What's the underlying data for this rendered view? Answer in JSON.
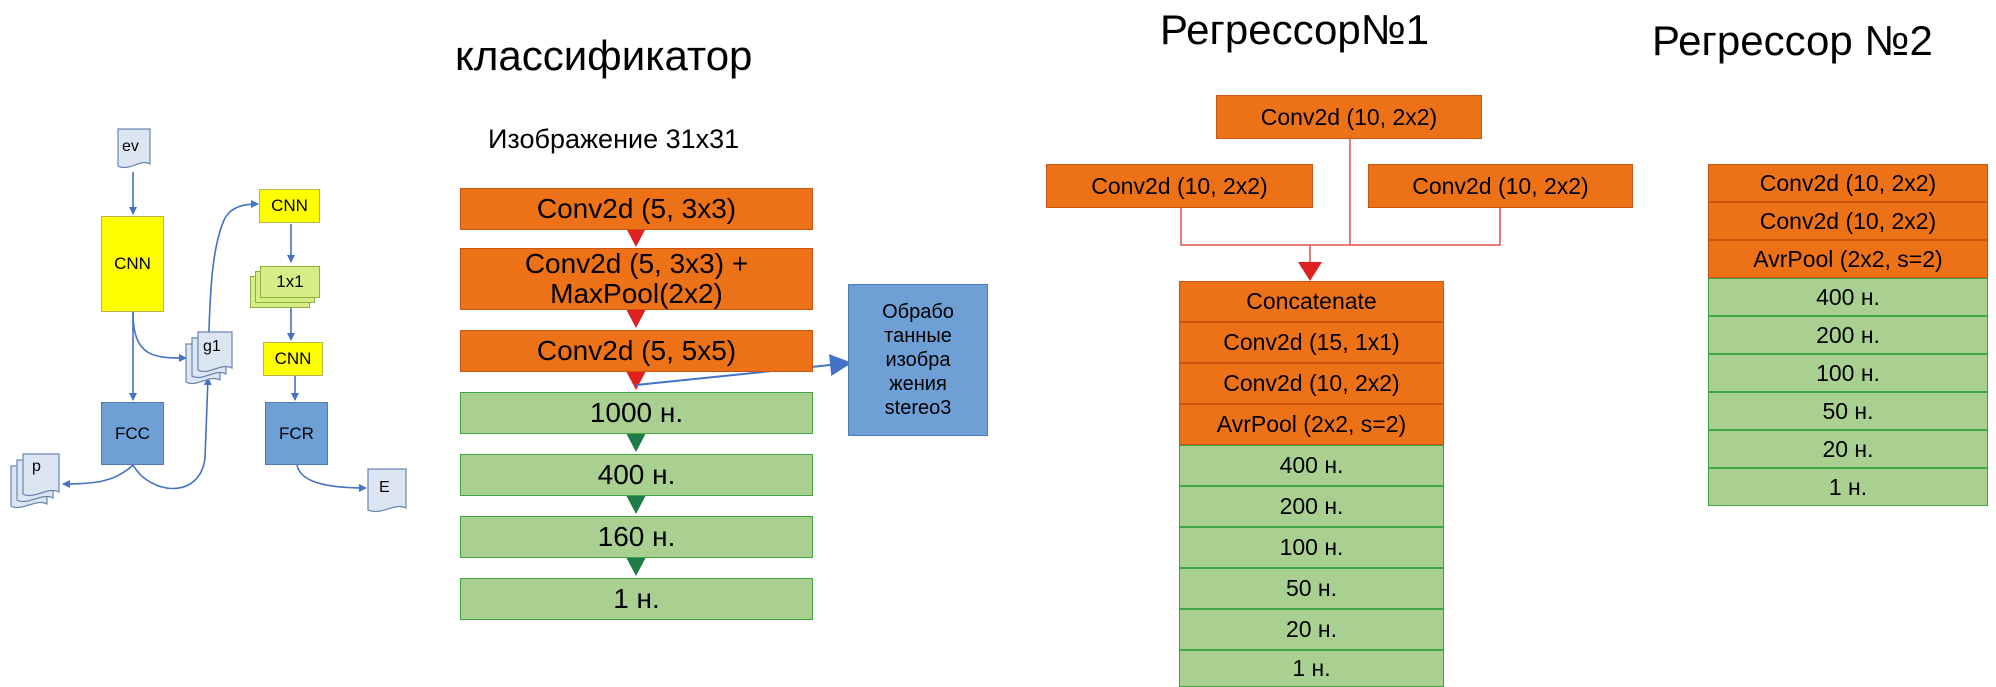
{
  "flow": {
    "ev": "ev",
    "cnn_main": "CNN",
    "cnn_top": "CNN",
    "conv_1x1": "1x1",
    "cnn_mid": "CNN",
    "g1": "g1",
    "fcc": "FCC",
    "fcr": "FCR",
    "p": "p",
    "e": "E"
  },
  "classifier": {
    "title": "классификатор",
    "input_label": "Изображение 31x31",
    "layers": [
      "Conv2d (5, 3x3)",
      "Conv2d (5, 3x3) +",
      "MaxPool(2x2)",
      "Conv2d (5, 5x5)",
      "1000 н.",
      "400 н.",
      "160 н.",
      "1 н."
    ],
    "side_output": [
      "Обрабо",
      "танные",
      "изобра",
      "жения",
      "stereo3"
    ]
  },
  "regressor1": {
    "title": "Регрессор№1",
    "top_conv": "Conv2d (10, 2x2)",
    "left_conv": "Conv2d (10, 2x2)",
    "right_conv": "Conv2d (10, 2x2)",
    "layers": [
      "Concatenate",
      "Conv2d (15, 1x1)",
      "Conv2d (10, 2x2)",
      "AvrPool (2x2, s=2)",
      "400 н.",
      "200 н.",
      "100 н.",
      "50 н.",
      "20 н.",
      "1 н."
    ]
  },
  "regressor2": {
    "title": "Регрессор №2",
    "layers": [
      "Conv2d (10, 2x2)",
      "Conv2d (10, 2x2)",
      "AvrPool (2x2, s=2)",
      "400 н.",
      "200 н.",
      "100 н.",
      "50 н.",
      "20 н.",
      "1 н."
    ]
  },
  "colors": {
    "conv": "#ED7217",
    "dense": "#AAD091",
    "blue": "#6E9FD5",
    "yellow": "#FFFF00",
    "arrow_red": "#E02020",
    "arrow_green": "#1E7D46"
  }
}
